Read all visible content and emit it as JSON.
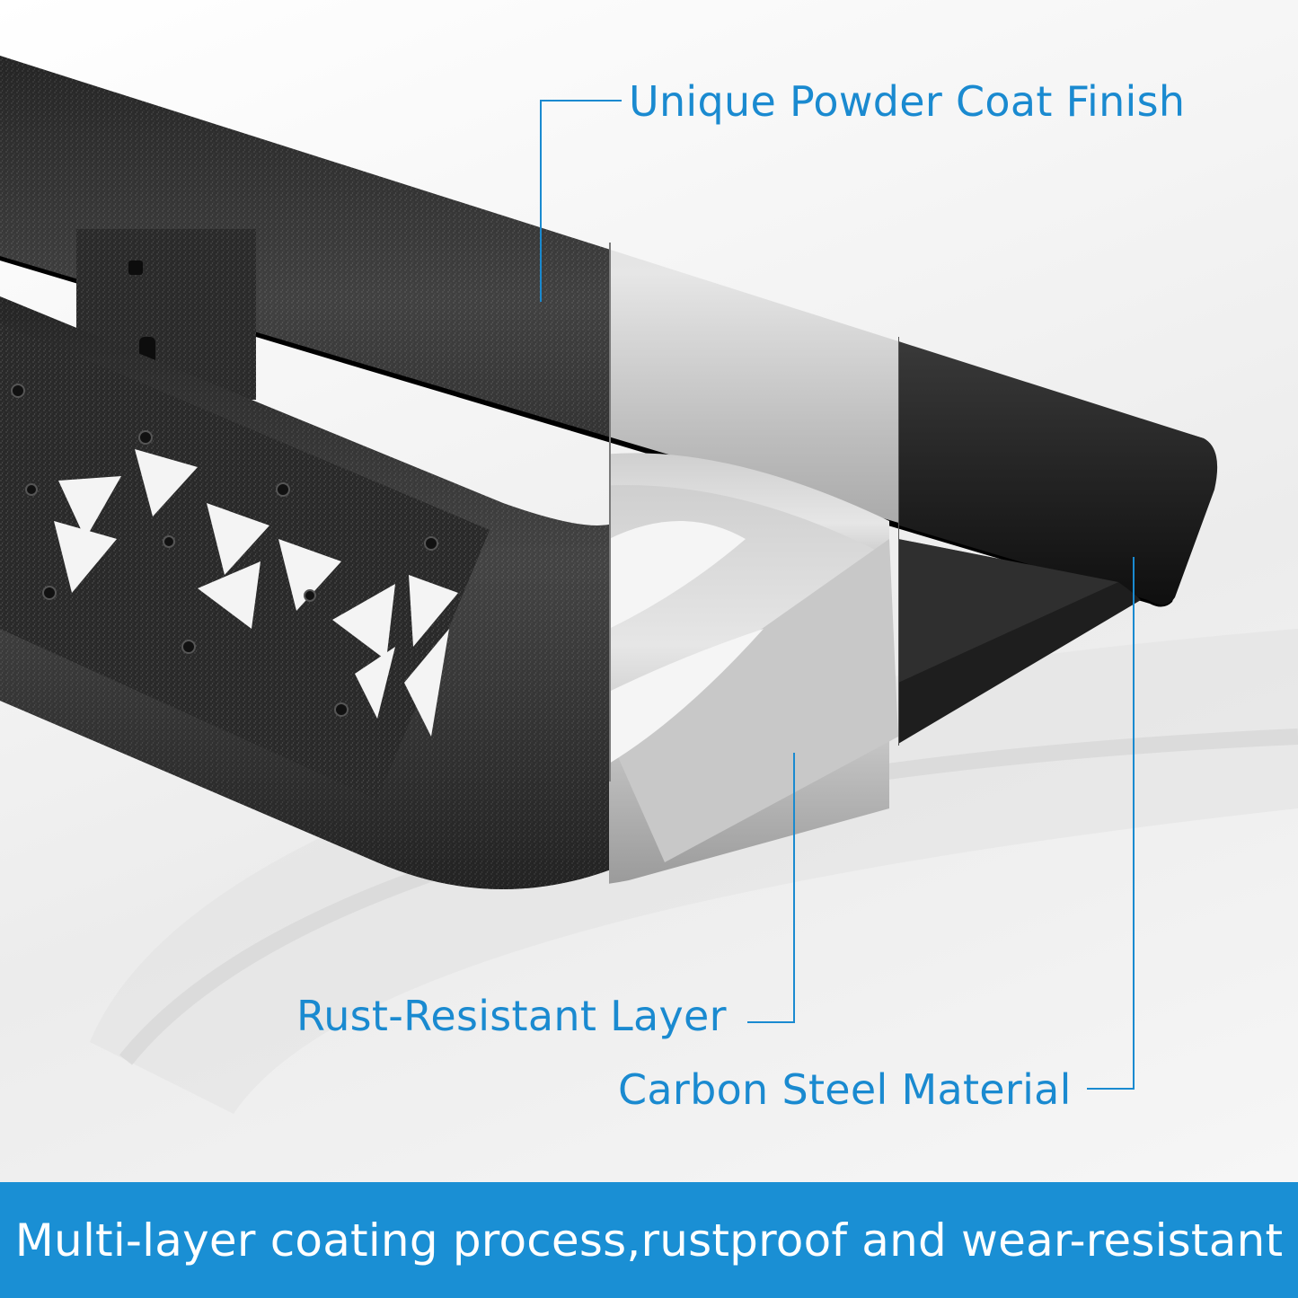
{
  "theme": {
    "accent": "#1a8ad0",
    "banner_bg": "#1a8fd4",
    "banner_text": "#ffffff"
  },
  "product": {
    "icon": "truck-side-step-running-board",
    "sections": [
      "textured-black-powder-coat",
      "brushed-silver-rust-resistant-layer",
      "smooth-black-carbon-steel"
    ]
  },
  "callouts": [
    {
      "id": "powder-coat",
      "label": "Unique Powder Coat Finish"
    },
    {
      "id": "rust-layer",
      "label": "Rust-Resistant Layer"
    },
    {
      "id": "carbon-steel",
      "label": "Carbon Steel Material"
    }
  ],
  "banner": {
    "text": "Multi-layer coating process,rustproof and wear-resistant"
  }
}
